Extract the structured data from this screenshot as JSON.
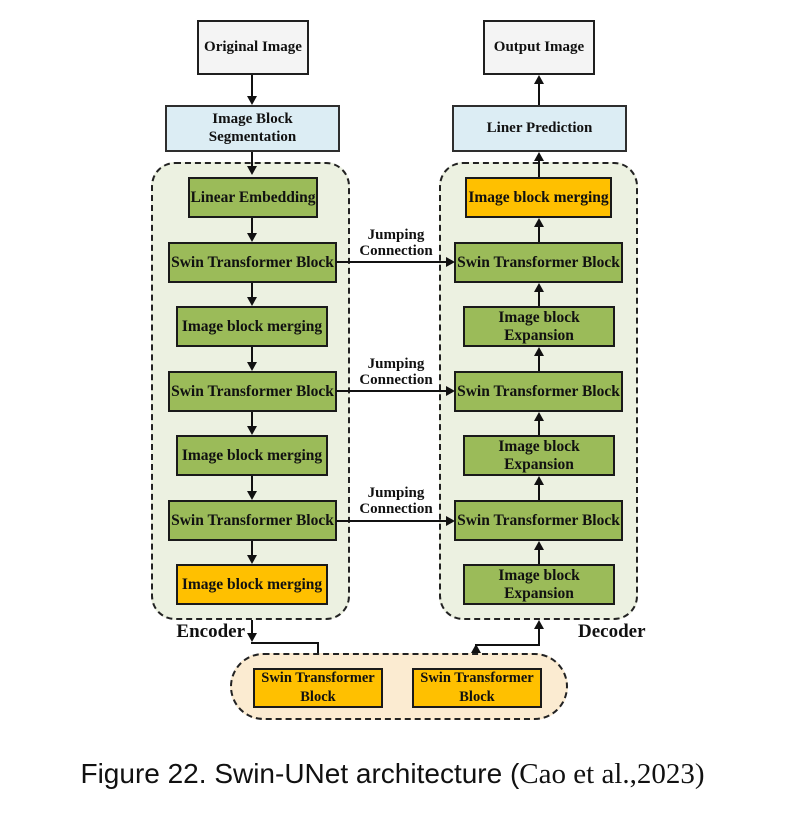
{
  "colors": {
    "green": "#9BBB59",
    "orange": "#FFC000",
    "light_blue": "#DCEDF4",
    "light_green_bg": "#ECF1E1",
    "cream_bg": "#FBEBD1",
    "box_gray": "#F4F4F4"
  },
  "io": {
    "original_image": "Original Image",
    "segmentation": "Image Block Segmentation",
    "output_image": "Output Image",
    "prediction": "Liner Prediction"
  },
  "encoder": {
    "label": "Encoder",
    "blocks": [
      {
        "label": "Linear Embedding",
        "color": "green"
      },
      {
        "label": "Swin Transformer Block",
        "color": "green"
      },
      {
        "label": "Image block merging",
        "color": "green"
      },
      {
        "label": "Swin Transformer Block",
        "color": "green"
      },
      {
        "label": "Image block merging",
        "color": "green"
      },
      {
        "label": "Swin Transformer Block",
        "color": "green"
      },
      {
        "label": "Image block merging",
        "color": "orange"
      }
    ]
  },
  "decoder": {
    "label": "Decoder",
    "blocks": [
      {
        "label": "Image block merging",
        "color": "orange"
      },
      {
        "label": "Swin Transformer Block",
        "color": "green"
      },
      {
        "label": "Image block Expansion",
        "color": "green"
      },
      {
        "label": "Swin Transformer Block",
        "color": "green"
      },
      {
        "label": "Image block Expansion",
        "color": "green"
      },
      {
        "label": "Swin Transformer Block",
        "color": "green"
      },
      {
        "label": "Image block Expansion",
        "color": "green"
      }
    ]
  },
  "skip": {
    "line1": "Jumping",
    "line2": "Connection"
  },
  "bottleneck": {
    "left": "Swin Transformer Block",
    "right": "Swin Transformer Block"
  },
  "caption": {
    "text": "Figure 22. Swin-UNet architecture (",
    "citation": "Cao et al.,2023)"
  }
}
